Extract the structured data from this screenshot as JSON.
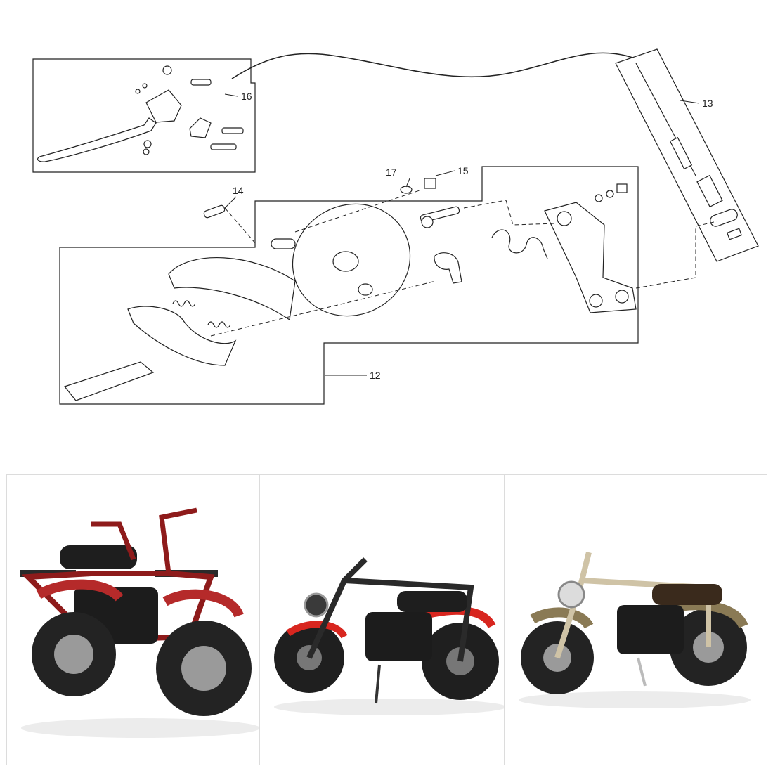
{
  "diagram": {
    "callouts": {
      "c12": "12",
      "c13": "13",
      "c14": "14",
      "c15": "15",
      "c16": "16",
      "c17": "17"
    },
    "line_color": "#222222"
  },
  "gallery": {
    "items": [
      {
        "frame_color": "#8e1b1b",
        "accent": "#b52a2a",
        "seat": "#1e1e1e"
      },
      {
        "frame_color": "#2a2a2a",
        "accent": "#d8261f",
        "seat": "#1e1e1e"
      },
      {
        "frame_color": "#cfc3a6",
        "accent": "#8a7a55",
        "seat": "#3a2a1c"
      }
    ]
  }
}
